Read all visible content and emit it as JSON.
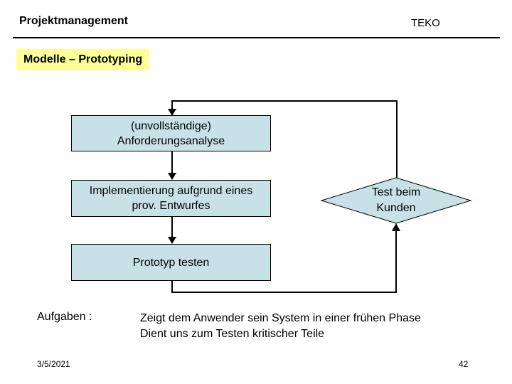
{
  "header": {
    "title": "Projektmanagement",
    "org": "TEKO"
  },
  "slide_title": "Modelle – Prototyping",
  "flowchart": {
    "boxes": [
      {
        "id": "analysis",
        "line1": "(unvollständige)",
        "line2": "Anforderungsanalyse"
      },
      {
        "id": "implementation",
        "line1": "Implementierung aufgrund eines",
        "line2": "prov. Entwurfes"
      },
      {
        "id": "test-prototype",
        "line1": "Prototyp testen"
      }
    ],
    "decision": {
      "line1": "Test beim",
      "line2": "Kunden"
    },
    "flow_description": "Anforderungsanalyse -> Implementierung -> Prototyp testen -> Test beim Kunden -> (loop back to) Anforderungsanalyse"
  },
  "notes": {
    "label": "Aufgaben :",
    "line1": "Zeigt dem Anwender sein System in einer frühen Phase",
    "line2": "Dient uns zum Testen kritischer Teile"
  },
  "footer": {
    "date": "3/5/2021",
    "page": "42"
  },
  "colors": {
    "shape_fill": "#c7e1e6",
    "shape_border": "#000000",
    "title_highlight": "#ffff99",
    "connector": "#000000",
    "background": "#ffffff",
    "text": "#000000"
  }
}
